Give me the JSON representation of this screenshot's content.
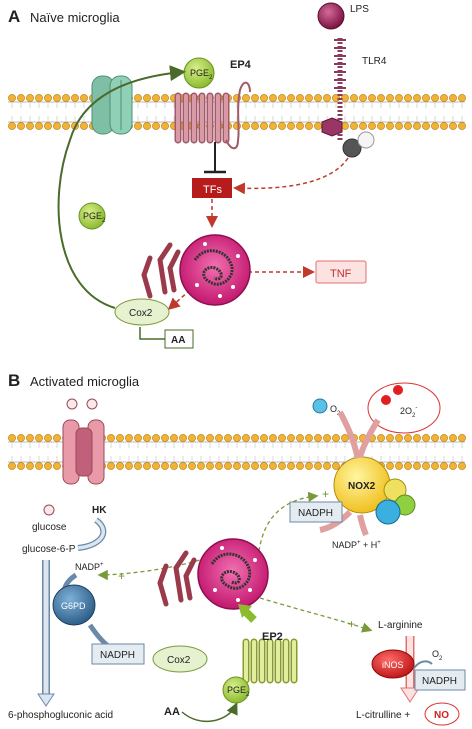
{
  "panel_a": {
    "letter": "A",
    "title": "Naïve microglia",
    "lps": "LPS",
    "tlr4": "TLR4",
    "ep4": "EP4",
    "pge2_top": "PGE",
    "pge2_left": "PGE",
    "pge2_sub": "2",
    "tfs": "TFs",
    "tnf": "TNF",
    "cox2": "Cox2",
    "aa": "AA"
  },
  "panel_b": {
    "letter": "B",
    "title": "Activated microglia",
    "o2": "O",
    "o2_sub": "2",
    "superoxide": "2O",
    "superoxide_sub": "2",
    "superoxide_sup": "-",
    "nox2": "NOX2",
    "nadph_left": "NADPH",
    "nadp_h": "NADP",
    "nadp_h_rest": " + H",
    "hk": "HK",
    "glucose": "glucose",
    "glucose6p": "glucose-6-P",
    "nadp_plus": "NADP",
    "g6pd": "G6PD",
    "nadph_g6pd": "NADPH",
    "gluconic": "6-phosphogluconic acid",
    "cox2": "Cox2",
    "pge2": "PGE",
    "pge2_sub": "2",
    "ep2": "EP2",
    "aa": "AA",
    "larginine": "L-arginine",
    "inos": "iNOS",
    "o2_inos": "O",
    "o2_inos_sub": "2",
    "nadph_inos": "NADPH",
    "lcitrulline": "L-citrulline +",
    "no": "NO",
    "plus": "+"
  }
}
